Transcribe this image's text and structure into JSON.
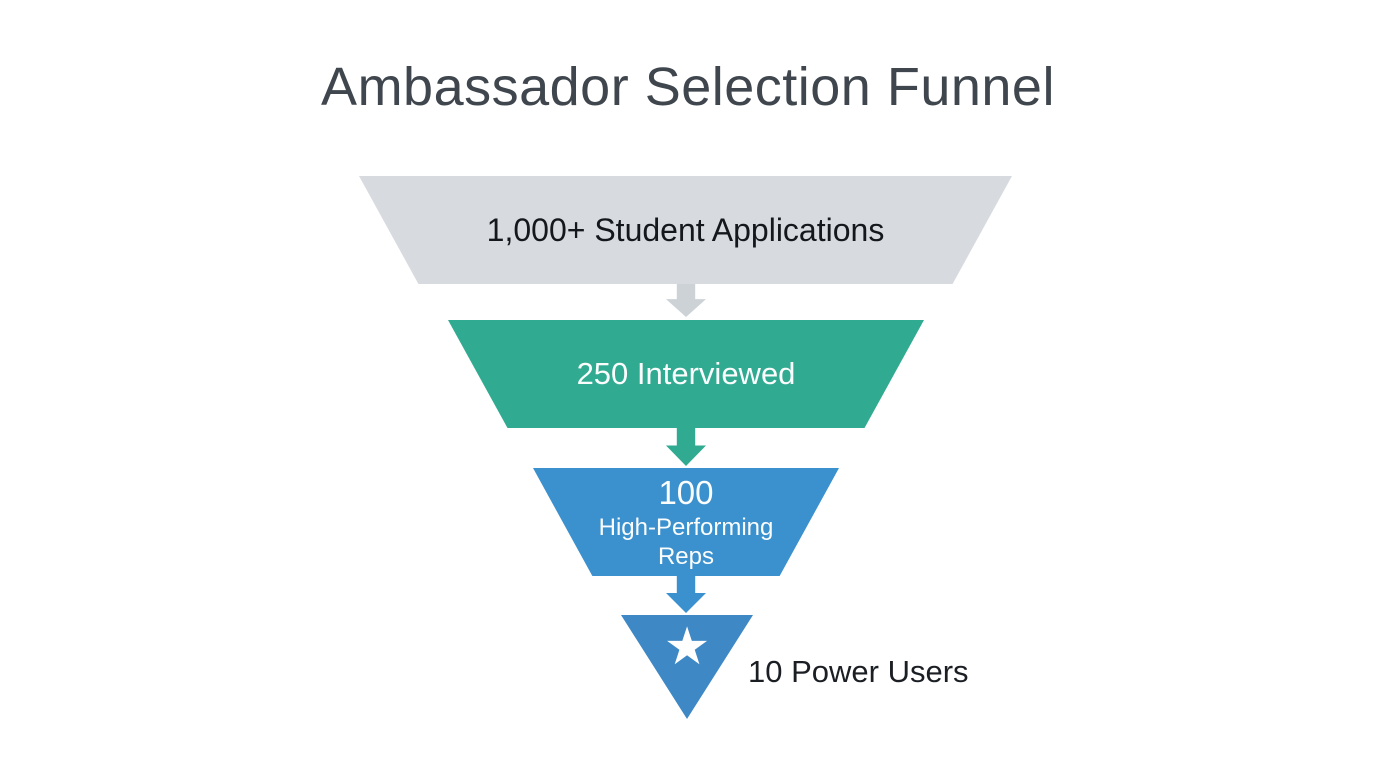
{
  "title": "Ambassador Selection Funnel",
  "funnel": {
    "stages": [
      {
        "name": "Student Applications",
        "label": "1,000+ Student Applications",
        "value": 1000,
        "value_label": "1,000+",
        "fill": "#d7dbdf",
        "arrow_fill": "#ccd2d6"
      },
      {
        "name": "Interviewed",
        "label": "250 Interviewed",
        "value": 250,
        "value_label": "250",
        "fill": "#30ab91",
        "arrow_fill": "#30ab91"
      },
      {
        "name": "High-Performing Reps",
        "value": 100,
        "value_label": "100",
        "sublabel_line1": "High-Performing",
        "sublabel_line2": "Reps",
        "fill": "#3b90ce",
        "arrow_fill": "#3b90ce"
      },
      {
        "name": "Power Users",
        "label": "10 Power Users",
        "value": 10,
        "value_label": "10",
        "fill": "#3e88c5",
        "star_glyph": "★"
      }
    ]
  },
  "colors": {
    "background": "#ffffff",
    "title_text": "#3f464d",
    "dark_text": "#14181c",
    "light_text": "#ffffff"
  },
  "chart_data": {
    "type": "funnel",
    "title": "Ambassador Selection Funnel",
    "categories": [
      "Student Applications",
      "Interviewed",
      "High-Performing Reps",
      "Power Users"
    ],
    "values": [
      1000,
      250,
      100,
      10
    ],
    "value_labels": [
      "1,000+",
      "250",
      "100",
      "10"
    ],
    "legend_position": "none",
    "grid": false
  }
}
